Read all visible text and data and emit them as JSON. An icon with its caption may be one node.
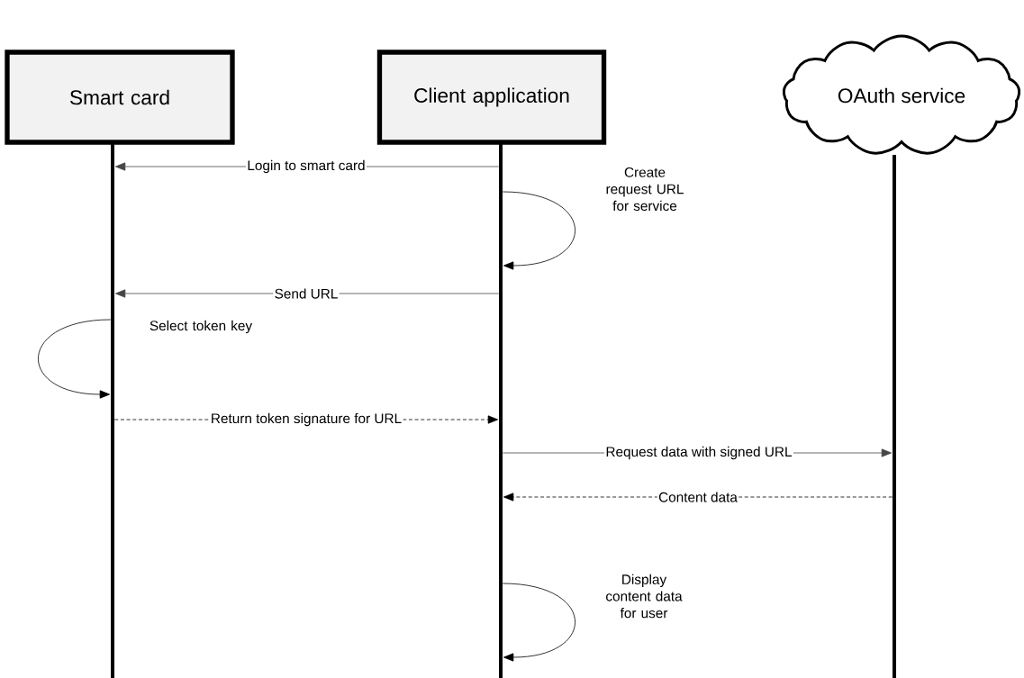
{
  "diagram": {
    "nodes": [
      {
        "text": [
          "Smart card"
        ]
      },
      {
        "text": [
          "Client application"
        ]
      },
      {
        "text": [
          "OAuth service"
        ]
      },
      {
        "text": [],
        "shape": "bar"
      },
      {
        "text": [],
        "shape": "bar"
      },
      {
        "text": [],
        "shape": "bar"
      }
    ],
    "edges": [
      {
        "from": 4,
        "to": 3,
        "arrow": "to",
        "label": "Login to smart card"
      },
      {
        "from": 4,
        "to": 4,
        "arrow": "to",
        "label": "Create request URL for service"
      },
      {
        "from": 4,
        "to": 3,
        "arrow": "to",
        "label": "Send URL"
      },
      {
        "from": 3,
        "to": 3,
        "arrow": "to",
        "label": "Select token key"
      },
      {
        "from": 3,
        "to": 4,
        "arrow": "to",
        "label": "Return token signature for URL",
        "style": "dashed"
      },
      {
        "from": 4,
        "to": 5,
        "arrow": "to",
        "label": "Request data with signed URL"
      },
      {
        "from": 5,
        "to": 4,
        "arrow": "to",
        "label": "Content data",
        "style": "dashed"
      },
      {
        "from": 4,
        "to": 4,
        "arrow": "to",
        "label": "Display content data for user"
      }
    ]
  }
}
